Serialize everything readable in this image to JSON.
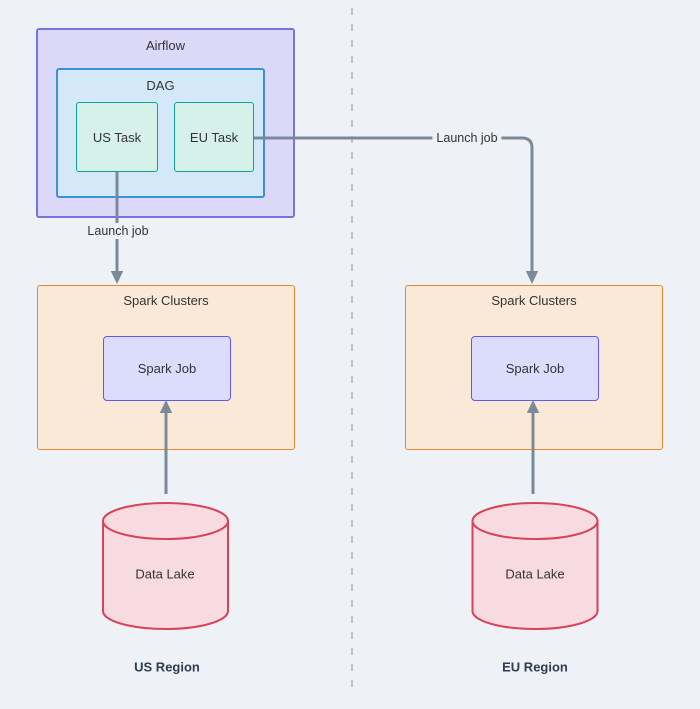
{
  "diagram": {
    "airflow": {
      "label": "Airflow"
    },
    "dag": {
      "label": "DAG"
    },
    "tasks": {
      "us": {
        "label": "US Task"
      },
      "eu": {
        "label": "EU Task"
      }
    },
    "edges": {
      "us_launch": {
        "label": "Launch job"
      },
      "eu_launch": {
        "label": "Launch job"
      }
    },
    "us": {
      "cluster_label": "Spark Clusters",
      "job_label": "Spark Job",
      "datalake_label": "Data Lake",
      "region_label": "US Region"
    },
    "eu": {
      "cluster_label": "Spark Clusters",
      "job_label": "Spark Job",
      "datalake_label": "Data Lake",
      "region_label": "EU Region"
    }
  },
  "colors": {
    "background": "#eef1f5",
    "airflow_fill": "#dcd9f8",
    "airflow_border": "#7675e0",
    "dag_fill": "#d3e8f8",
    "dag_border": "#3e8fd9",
    "task_fill": "#d6f1ea",
    "task_border": "#10a294",
    "cluster_fill": "#fbe9d8",
    "cluster_border": "#e8872e",
    "sparkjob_fill": "#dcdcfc",
    "sparkjob_border": "#5b5bef",
    "datalake_fill": "#f8dbe0",
    "datalake_border": "#d8435a",
    "edge_color": "#7b8a99",
    "divider_color": "#b9c2cb",
    "text_color": "#333333",
    "region_text_color": "#2c3e50"
  }
}
